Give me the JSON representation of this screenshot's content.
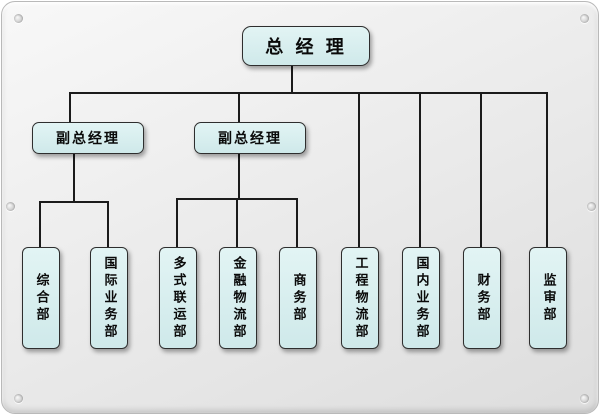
{
  "chart": {
    "type": "org-chart",
    "root": {
      "label": "总 经 理"
    },
    "deputies": [
      {
        "label": "副总经理"
      },
      {
        "label": "副总经理"
      }
    ],
    "departments": [
      {
        "label": "综合部"
      },
      {
        "label": "国际业务部"
      },
      {
        "label": "多式联运部"
      },
      {
        "label": "金融物流部"
      },
      {
        "label": "商务部"
      },
      {
        "label": "工程物流部"
      },
      {
        "label": "国内业务部"
      },
      {
        "label": "财务部"
      },
      {
        "label": "监审部"
      }
    ],
    "hierarchy": {
      "root_children": [
        "deputy-1",
        "deputy-2",
        "engineering-logistics-dept",
        "domestic-business-dept",
        "finance-dept",
        "audit-supervision-dept"
      ],
      "deputy_1_children": [
        "general-affairs-dept",
        "international-business-dept"
      ],
      "deputy_2_children": [
        "multimodal-transport-dept",
        "financial-logistics-dept",
        "commerce-dept"
      ]
    },
    "colors": {
      "node_bg": "#d6edee",
      "node_border": "#2e2e2e",
      "line": "#1b1b1b",
      "panel_bg": "#e9e9e9"
    }
  }
}
